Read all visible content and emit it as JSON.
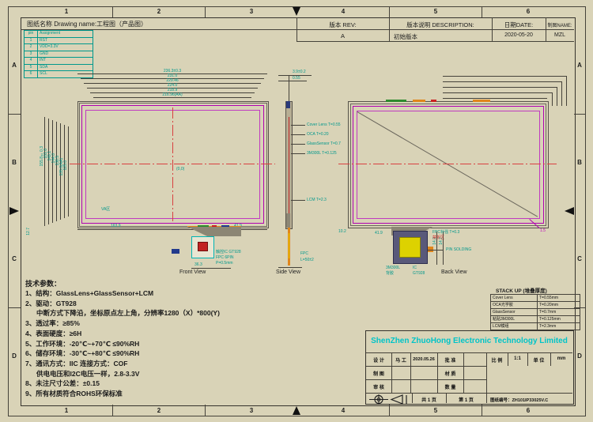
{
  "border": {
    "cols": [
      "1",
      "2",
      "3",
      "4",
      "5",
      "6"
    ],
    "rows": [
      "A",
      "B",
      "C",
      "D"
    ]
  },
  "rev_table": {
    "drawing_name": "图纸名称 Drawing name:工程图（产品图）",
    "rev_label": "版本 REV:",
    "desc_label": "版本说明 DESCRIPTION:",
    "date_label": "日期DATE:",
    "name_label": "制图NAME:",
    "rev": "A",
    "desc": "初始版本",
    "date": "2020-05-20",
    "name": "MZL"
  },
  "pin_table": {
    "headers": [
      "pin",
      "Assignment"
    ],
    "rows": [
      [
        "1",
        "RST"
      ],
      [
        "2",
        "VDD=3.3V"
      ],
      [
        "3",
        "GND"
      ],
      [
        "4",
        "INT"
      ],
      [
        "5",
        "SDA"
      ],
      [
        "6",
        "SCL"
      ]
    ]
  },
  "front_view": {
    "label": "Front View",
    "top_dims": [
      "236.3±0.3",
      "231.0",
      "229.46",
      "224.0",
      "218.9",
      "216.96(AA)"
    ],
    "left_dims": [
      "155.8±0.3",
      "151.0",
      "149.1",
      "144.0",
      "138.5",
      "135.6(AA)",
      "125.0"
    ],
    "bottom_dim_left": "163.9",
    "bottom_dim_right": "41.9",
    "left_bottom_dim": "12.7",
    "origin_note": "(0,0)",
    "va_note": "VA区",
    "conn_notes": [
      "触控IC GT928",
      "FPC 6PIN",
      "P=0.5mm"
    ],
    "conn_dim": "36.3"
  },
  "side_view": {
    "label": "Side View",
    "top_notes": [
      "3.9±0.2",
      "0.55"
    ],
    "layer_notes": [
      "Cover Lens T=0.55",
      "OCA T=0.20",
      "GlassSensor T=0.7",
      "3M300L T=0.125"
    ],
    "lcm_note": "LCM T=2.3",
    "fpc_notes": [
      "FPC",
      "L=50±2"
    ]
  },
  "back_view": {
    "label": "Back View",
    "notes": [
      "FPC补强 T=0.3",
      "禁折区",
      "PIN SOLDING"
    ],
    "under_notes": [
      [
        "3M300L",
        "背胶"
      ],
      [
        "IC",
        "GT928"
      ]
    ],
    "vdims": [
      "14.2",
      "14.7"
    ],
    "dims": [
      "41.9",
      "10.2",
      "1.5"
    ]
  },
  "stackup": {
    "title": "STACK UP (堆叠厚度)",
    "rows": [
      [
        "Cover Lens",
        "T=0.55mm"
      ],
      [
        "OCA光学胶",
        "T=0.20mm"
      ],
      [
        "GlassSensor",
        "T=0.7mm"
      ],
      [
        "粘贴3M300L",
        "T=0.125mm"
      ],
      [
        "LCM模组",
        "T=2.3mm"
      ]
    ]
  },
  "tech_params": {
    "title": "技术参数：",
    "lines": [
      {
        "text": "1、结构：GlassLens+GlassSensor+LCM"
      },
      {
        "text": "2、驱动：GT928"
      },
      {
        "text": "中断方式下降沿，坐标原点左上角，分辨率1280（X）*800(Y)"
      },
      {
        "text": "3、透过率：≥85%"
      },
      {
        "text": "4、表面硬度：≥6H"
      },
      {
        "text": "5、工作环境：-20℃~+70℃ ≤90%RH"
      },
      {
        "text": "6、储存环境：-30℃~+80℃ ≤90%RH"
      },
      {
        "text": "7、通讯方式：IIC 连接方式：COF"
      },
      {
        "text": "供电电压和I2C电压一样，2.8-3.3V"
      },
      {
        "text": "8、未注尺寸公差：±0.15"
      },
      {
        "text": "9、所有材质符合ROHS环保标准"
      }
    ]
  },
  "title_block": {
    "company": "ShenZhen ZhuoHong Electronic Technology Limited",
    "design_label": "设 计",
    "design_name": "马 工",
    "design_date": "2020.05.26",
    "approve_label": "批 准",
    "scale_label": "比 例",
    "scale": "1:1",
    "unit_label": "单 位",
    "unit": "mm",
    "draft_label": "制 图",
    "material_label": "材 质",
    "check_label": "审 核",
    "qty_label": "数 量",
    "pages": "共 1 页",
    "page": "第 1 页",
    "drawing_no": "图纸编号：ZH101IP33025V.C"
  },
  "colors": {
    "teal": "#00988c",
    "red": "#cf2f2f",
    "magenta": "#c000c0",
    "cyan": "#00c4c8",
    "background": "#d9d3b7"
  }
}
